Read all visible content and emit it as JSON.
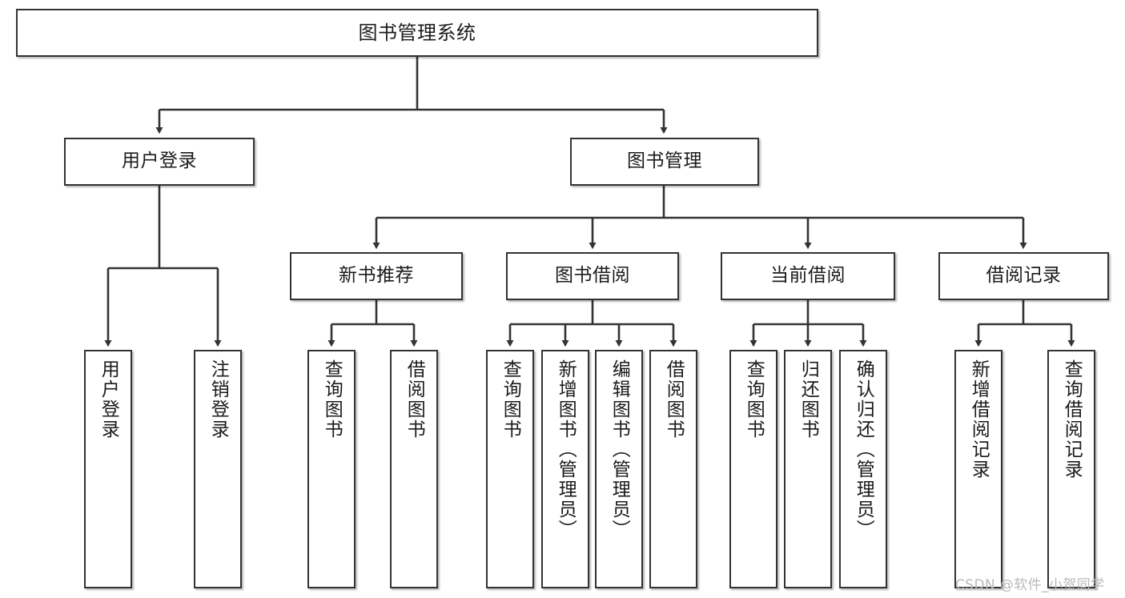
{
  "diagram": {
    "title": "图书管理系统",
    "type": "tree-hierarchy",
    "colors": {
      "box_border": "#333333",
      "box_fill": "#ffffff",
      "connector": "#333333",
      "text": "#1b1b1b",
      "watermark": "#b9b9b9"
    },
    "levels": {
      "root": {
        "label": "图书管理系统"
      },
      "level2": [
        {
          "label": "用户登录"
        },
        {
          "label": "图书管理"
        }
      ],
      "level3": [
        {
          "label": "新书推荐"
        },
        {
          "label": "图书借阅"
        },
        {
          "label": "当前借阅"
        },
        {
          "label": "借阅记录"
        }
      ],
      "leaves": {
        "user_login": [
          {
            "label": "用户登录"
          },
          {
            "label": "注销登录"
          }
        ],
        "new_book_recommend": [
          {
            "label": "查询图书"
          },
          {
            "label": "借阅图书"
          }
        ],
        "book_borrow": [
          {
            "label": "查询图书"
          },
          {
            "label": "新增图书（管理员）"
          },
          {
            "label": "编辑图书（管理员）"
          },
          {
            "label": "借阅图书"
          }
        ],
        "current_borrow": [
          {
            "label": "查询图书"
          },
          {
            "label": "归还图书"
          },
          {
            "label": "确认归还（管理员）"
          }
        ],
        "borrow_record": [
          {
            "label": "新增借阅记录"
          },
          {
            "label": "查询借阅记录"
          }
        ]
      }
    },
    "watermark": "CSDN @软件_小贺同学"
  }
}
